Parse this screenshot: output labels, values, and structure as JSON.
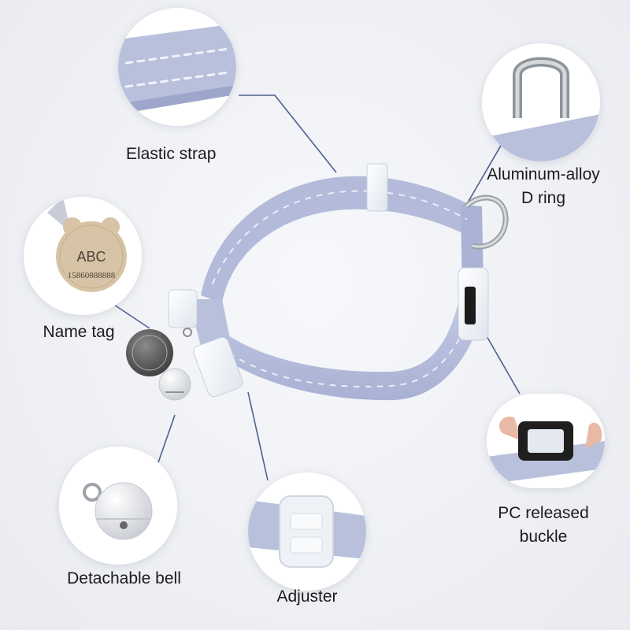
{
  "labels": {
    "elastic_strap": "Elastic strap",
    "d_ring_line1": "Aluminum-alloy",
    "d_ring_line2": "D ring",
    "name_tag": "Name tag",
    "buckle_line1": "PC released",
    "buckle_line2": "buckle",
    "bell": "Detachable bell",
    "adjuster": "Adjuster"
  },
  "tag_engraving": {
    "name": "ABC",
    "phone": "15860888888"
  },
  "colors": {
    "strap": "#b9c0dc",
    "strap_dark": "#98a1c6",
    "silver_thread": "#f2f3fa",
    "connector_line": "#4e5f92",
    "tag_gold": "#d7c3a5",
    "clip_clear": "#e9eef5"
  }
}
